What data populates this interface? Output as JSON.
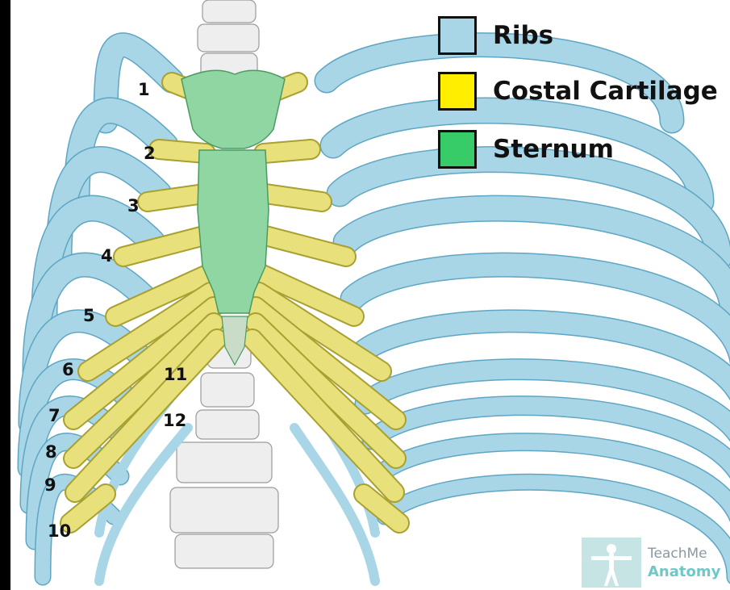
{
  "legend": [
    {
      "label": "Ribs",
      "color": "#a8d6e6"
    },
    {
      "label": "Costal Cartilage",
      "color": "#ffee00"
    },
    {
      "label": "Sternum",
      "color": "#38cc68"
    }
  ],
  "rib_numbers": [
    "1",
    "2",
    "3",
    "4",
    "5",
    "6",
    "7",
    "8",
    "9",
    "10",
    "11",
    "12"
  ],
  "watermark": {
    "line1": "TeachMe",
    "line2": "Anatomy"
  },
  "colors": {
    "rib": "#a8d6e6",
    "rib_edge": "#5ea6c4",
    "cartilage": "#e8e07a",
    "cartilage_edge": "#a8a030",
    "sternum": "#8fd6a2",
    "sternum_edge": "#4a9a62",
    "vertebra": "#eeeeee"
  }
}
